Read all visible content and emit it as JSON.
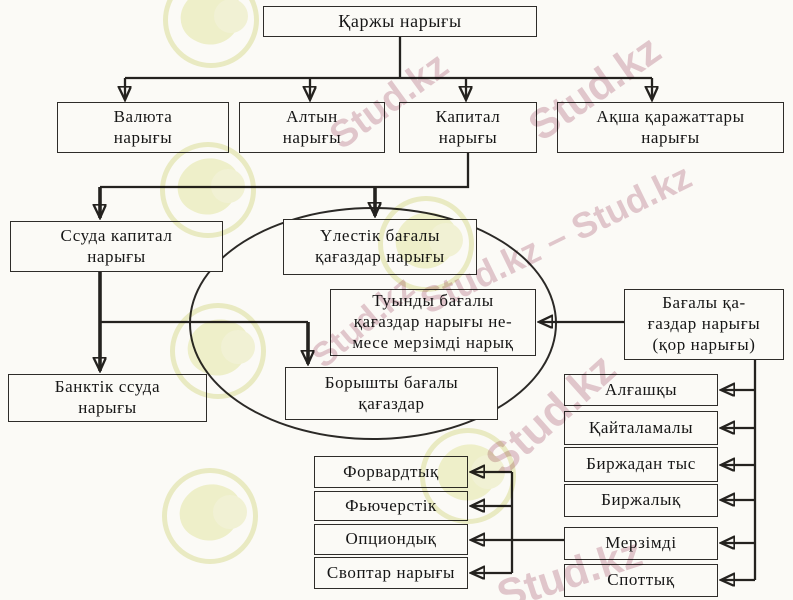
{
  "colors": {
    "ink": "#24221f",
    "paper": "#fbfaf6"
  },
  "watermark": {
    "brand": "Stud.kz",
    "brand_pair": "Stud.kz – Stud.kz",
    "text_color": "#d4aab8",
    "logo_color": "#e9ebbc"
  },
  "nodes": {
    "root": {
      "label": "Қаржы нарығы"
    },
    "valuta": {
      "label": "Валюта\nнарығы"
    },
    "altyn": {
      "label": "Алтын\nнарығы"
    },
    "kapital": {
      "label": "Капитал\nнарығы"
    },
    "aqsha": {
      "label": "Ақша қаражаттары\nнарығы"
    },
    "ssuda": {
      "label": "Ссуда капитал\nнарығы"
    },
    "ulestik": {
      "label": "Үлестік бағалы\nқағаздар нарығы"
    },
    "tuyndy": {
      "label": "Туынды бағалы\nқағаздар нарығы не-\nмесе мерзімді нарық"
    },
    "bagaly": {
      "label": "Бағалы қа-\nғаздар нарығы\n(қор нарығы)"
    },
    "banktik": {
      "label": "Банктік ссуда\nнарығы"
    },
    "boryshty": {
      "label": "Борышты бағалы\nқағаздар"
    },
    "algashqy": {
      "label": "Алғашқы"
    },
    "qaitalamaly": {
      "label": "Қайталамалы"
    },
    "birzhadan": {
      "label": "Биржадан тыс"
    },
    "birzhalyq": {
      "label": "Биржалық"
    },
    "merzimdi": {
      "label": "Мерзімді"
    },
    "spottyq": {
      "label": "Споттық"
    },
    "forvardtyq": {
      "label": "Форвардтық"
    },
    "fyucherstik": {
      "label": "Фьючерстік"
    },
    "optsiondyq": {
      "label": "Опциондық"
    },
    "svoptar": {
      "label": "Своптар нарығы"
    }
  }
}
